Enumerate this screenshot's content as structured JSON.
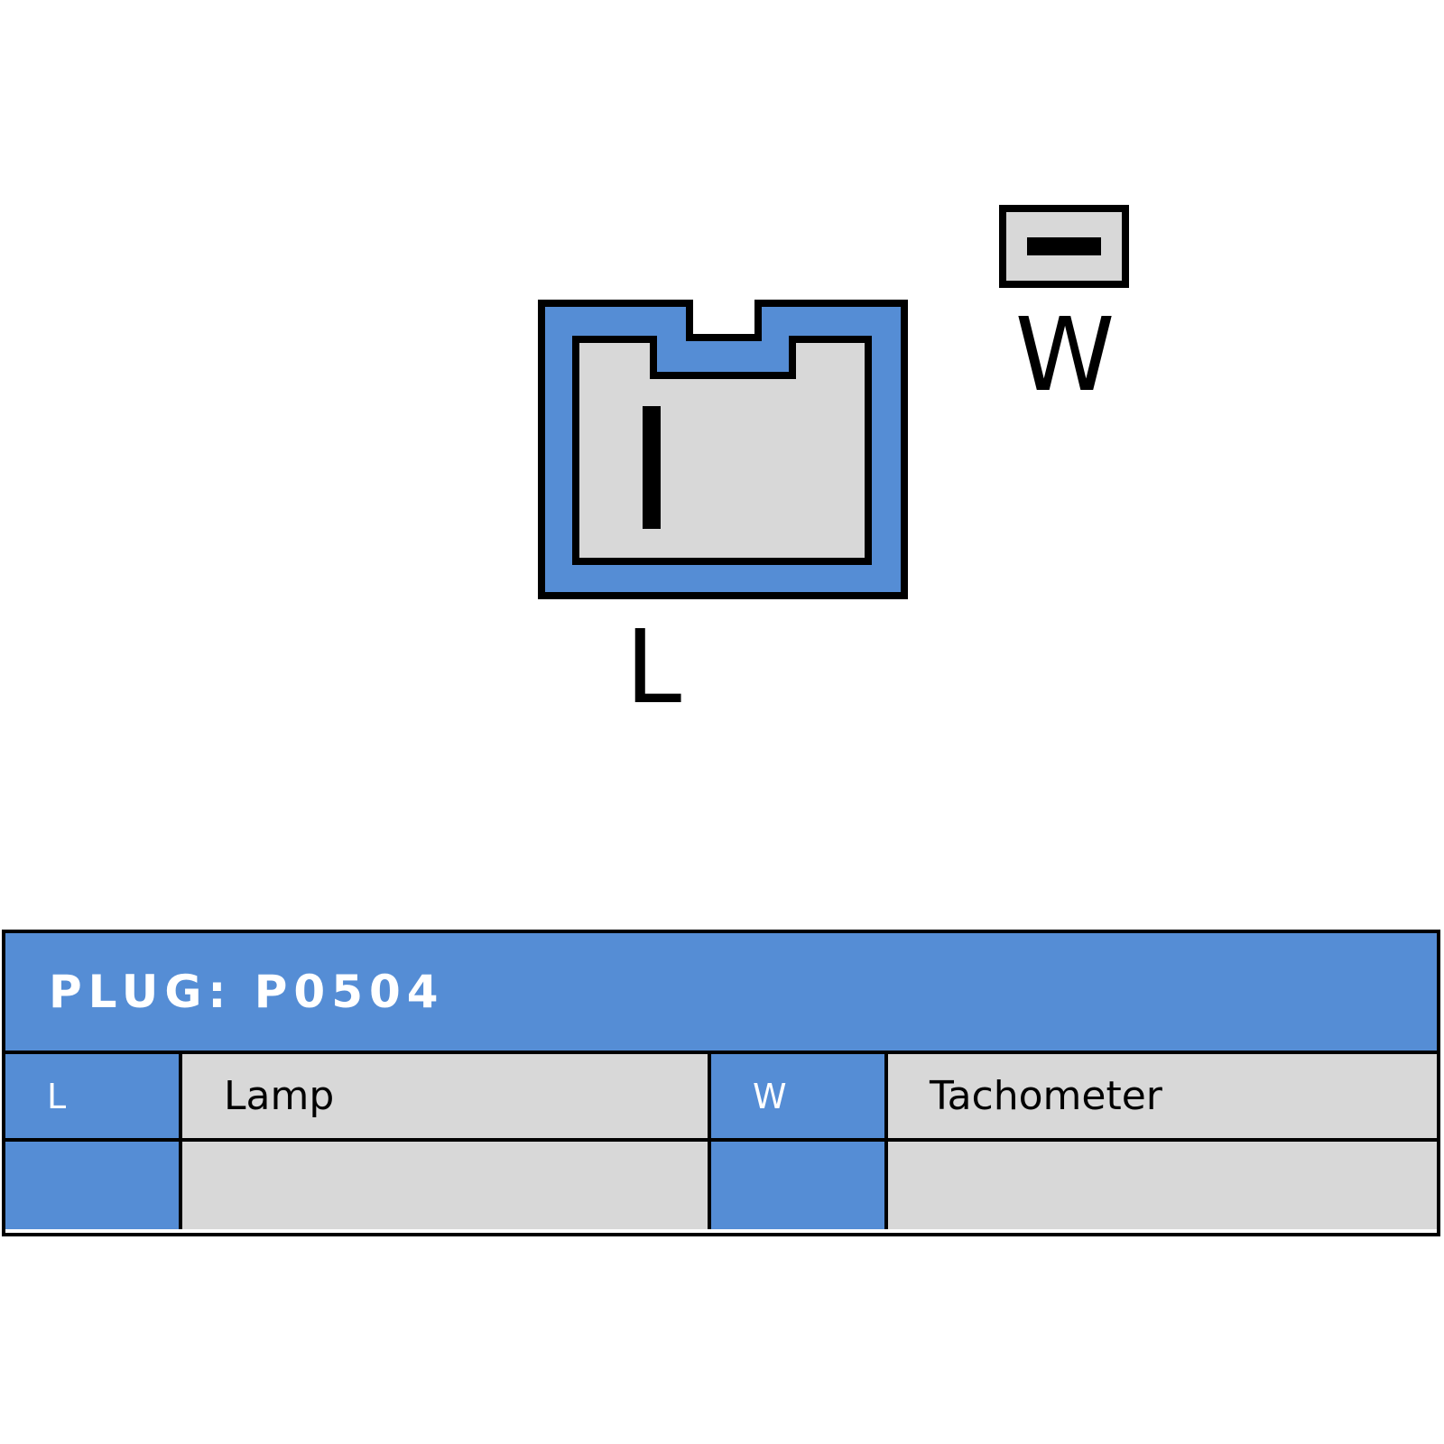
{
  "colors": {
    "accent_blue": "#558dd5",
    "fill_gray": "#d8d8d8",
    "outline": "#000000",
    "background": "#ffffff"
  },
  "connector": {
    "pin_labels": {
      "main": "L",
      "aux": "W"
    }
  },
  "table": {
    "title": "PLUG: P0504",
    "rows": [
      {
        "code_1": "L",
        "desc_1": "Lamp",
        "code_2": "W",
        "desc_2": "Tachometer"
      },
      {
        "code_1": "",
        "desc_1": "",
        "code_2": "",
        "desc_2": ""
      }
    ]
  }
}
